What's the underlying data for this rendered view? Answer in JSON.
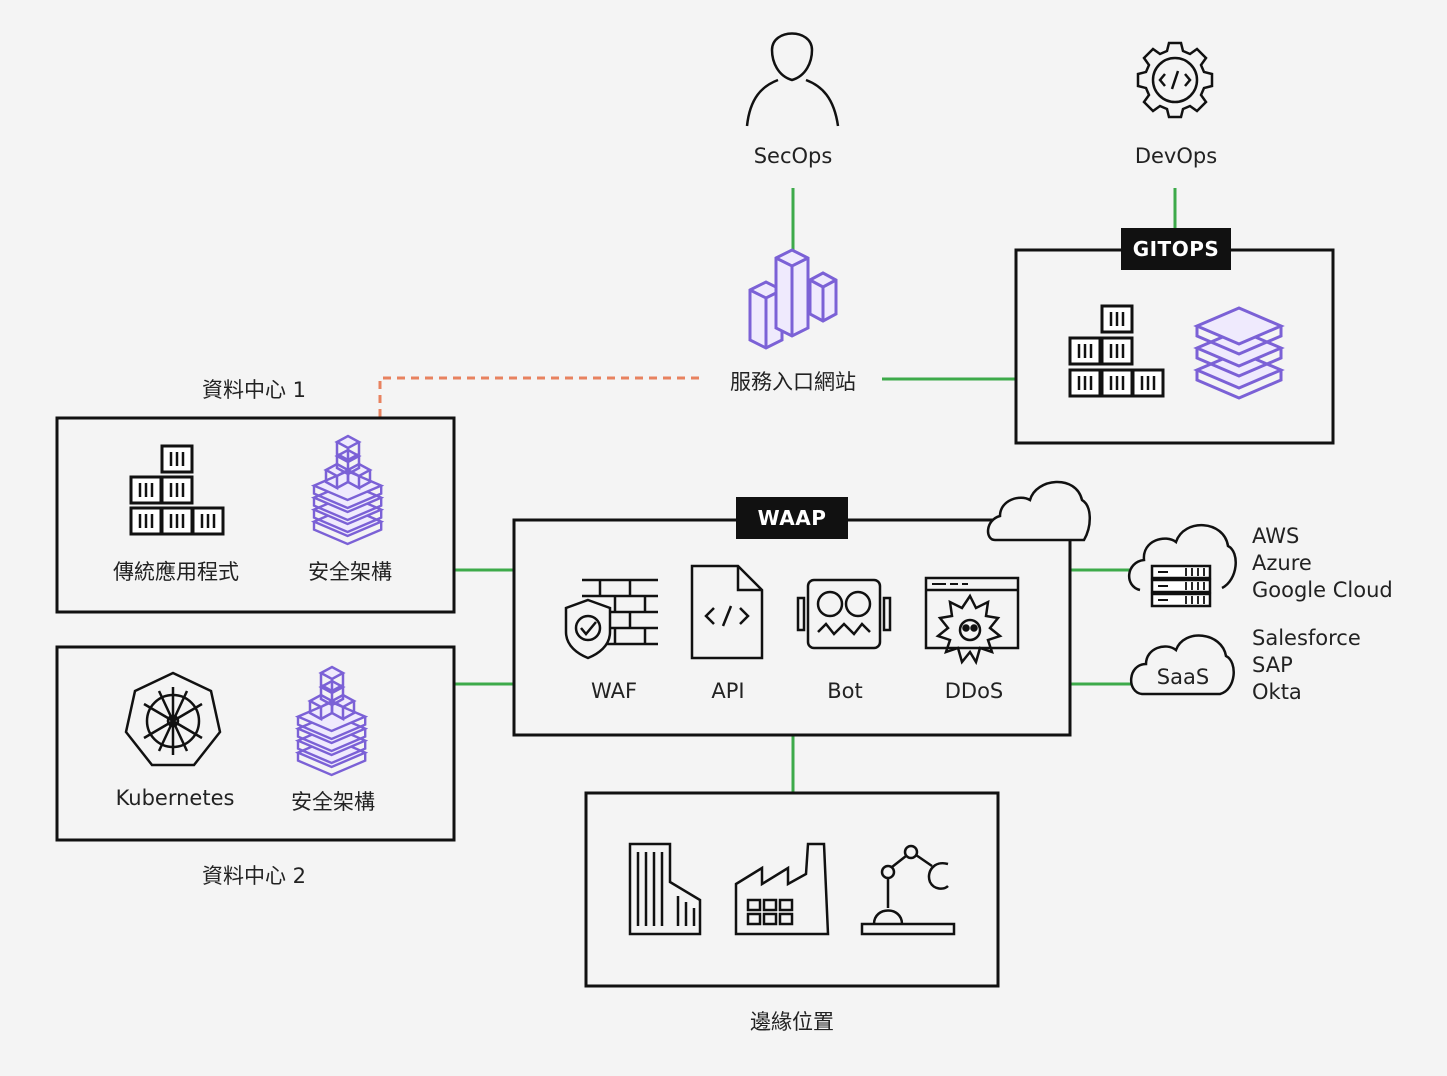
{
  "roles": {
    "secops": "SecOps",
    "devops": "DevOps"
  },
  "portal": {
    "label": "服務入口網站"
  },
  "gitops": {
    "tag": "GITOPS"
  },
  "dc1": {
    "title": "資料中心 1",
    "app_label": "傳統應用程式",
    "sec_label": "安全架構"
  },
  "dc2": {
    "title": "資料中心 2",
    "k8s_label": "Kubernetes",
    "sec_label": "安全架構"
  },
  "waap": {
    "tag": "WAAP",
    "items": [
      {
        "label": "WAF",
        "icon": "waf-shield-wall-icon"
      },
      {
        "label": "API",
        "icon": "api-document-icon"
      },
      {
        "label": "Bot",
        "icon": "bot-icon"
      },
      {
        "label": "DDoS",
        "icon": "ddos-skull-icon"
      }
    ]
  },
  "cloud": {
    "providers": [
      "AWS",
      "Azure",
      "Google Cloud"
    ]
  },
  "saas": {
    "badge": "SaaS",
    "providers": [
      "Salesforce",
      "SAP",
      "Okta"
    ]
  },
  "edge": {
    "label": "邊緣位置"
  },
  "colors": {
    "connector": "#3daa4a",
    "dashed": "#e8825f",
    "accent": "#7b61d6",
    "box": "#111111"
  }
}
